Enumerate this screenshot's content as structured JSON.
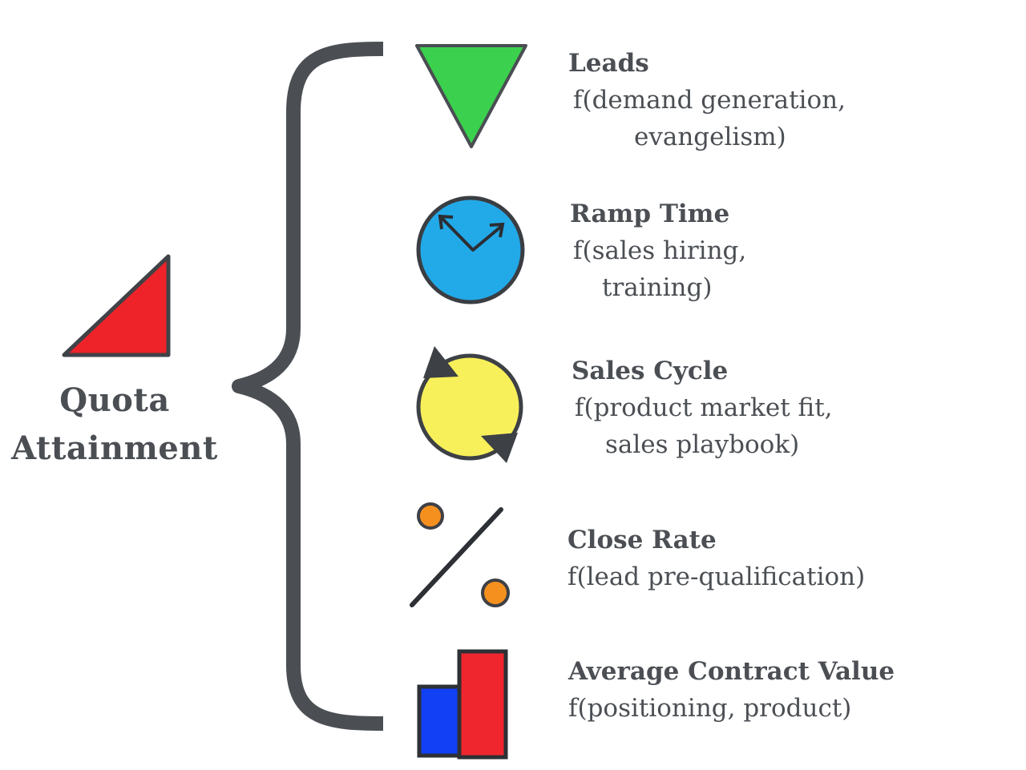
{
  "title": {
    "line1": "Quota",
    "line2": "Attainment"
  },
  "colors": {
    "text": "#4b4f54",
    "bracket": "#4b4f54",
    "leads": "#3bd14e",
    "ramp": "#22a9e8",
    "cycle": "#f8f05a",
    "dots": "#f5901f",
    "bar_blue": "#1140f5",
    "bar_red": "#ef262d",
    "triangle": "#ee2329"
  },
  "items": [
    {
      "icon": "inverted-triangle-icon",
      "label": "Leads",
      "desc_line1": "f(demand generation,",
      "desc_line2": "evangelism)"
    },
    {
      "icon": "clock-icon",
      "label": "Ramp Time",
      "desc_line1": "f(sales hiring,",
      "desc_line2": "training)"
    },
    {
      "icon": "cycle-arrows-icon",
      "label": "Sales Cycle",
      "desc_line1": "f(product market fit,",
      "desc_line2": "sales playbook)"
    },
    {
      "icon": "percent-icon",
      "label": "Close Rate",
      "desc_line1": "f(lead pre-qualification)"
    },
    {
      "icon": "bar-chart-icon",
      "label": "Average Contract Value",
      "desc_line1": "f(positioning, product)"
    }
  ]
}
